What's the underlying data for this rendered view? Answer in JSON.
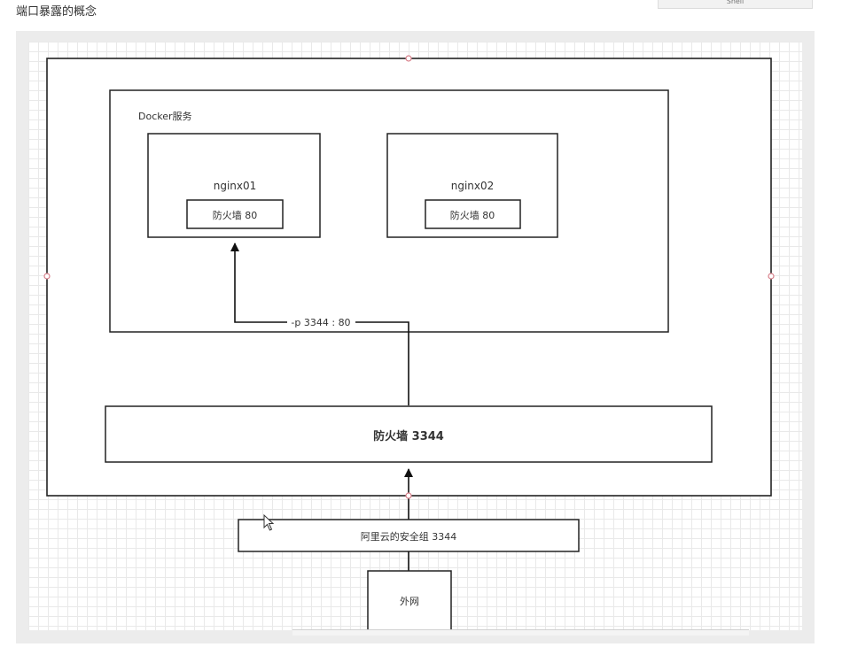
{
  "page": {
    "title": "端口暴露的概念",
    "tab_text": "Shell"
  },
  "diagram": {
    "docker_label": "Docker服务",
    "nginx01": {
      "name": "nginx01",
      "firewall": "防火墙  80"
    },
    "nginx02": {
      "name": "nginx02",
      "firewall": "防火墙  80"
    },
    "port_mapping": "-p 3344 : 80",
    "host_firewall": "防火墙   3344",
    "security_group": "阿里云的安全组   3344",
    "internet": "外网"
  }
}
